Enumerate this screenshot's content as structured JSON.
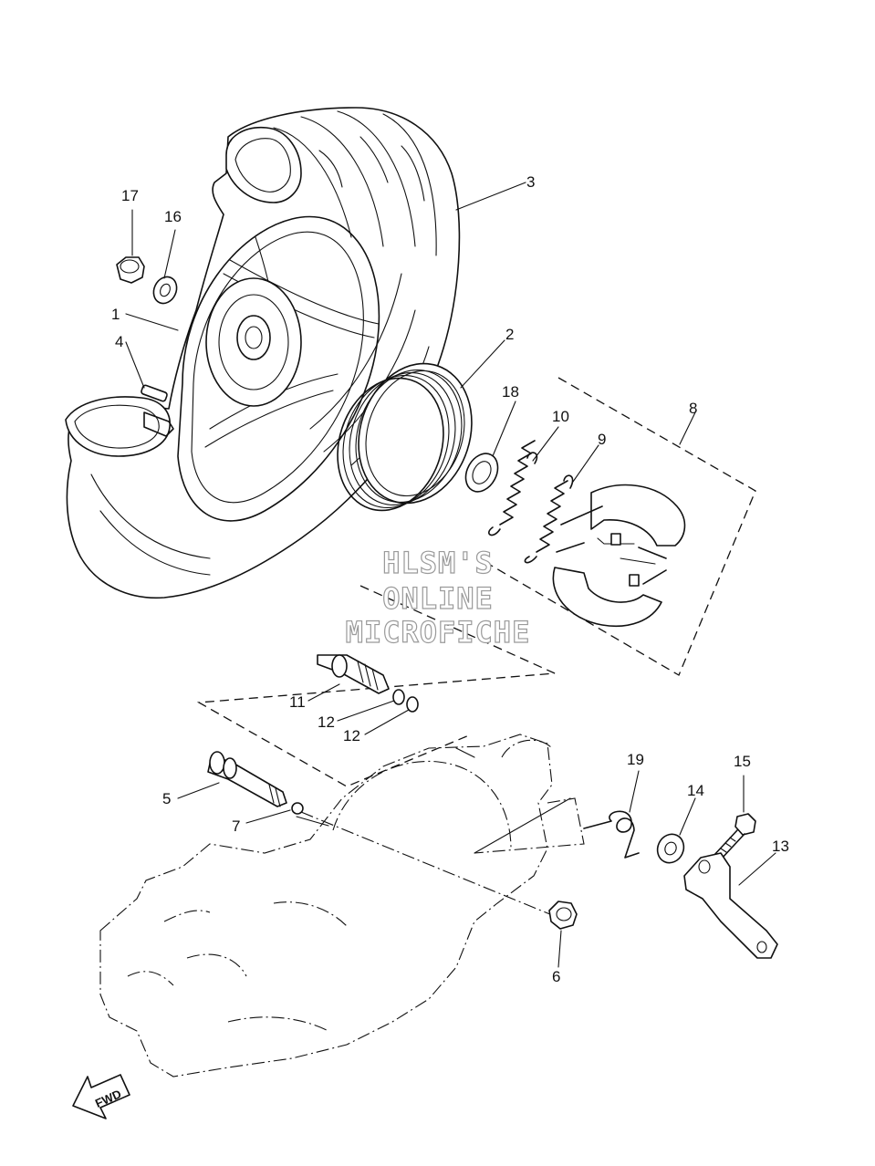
{
  "diagram": {
    "part_numbers": [
      "1",
      "2",
      "3",
      "4",
      "5",
      "6",
      "7",
      "8",
      "9",
      "10",
      "11",
      "12",
      "12",
      "13",
      "14",
      "15",
      "16",
      "17",
      "18",
      "19"
    ],
    "watermark": [
      "HLSM'S",
      "ONLINE",
      "MICROFICHE"
    ],
    "direction_arrow": "FWD"
  }
}
